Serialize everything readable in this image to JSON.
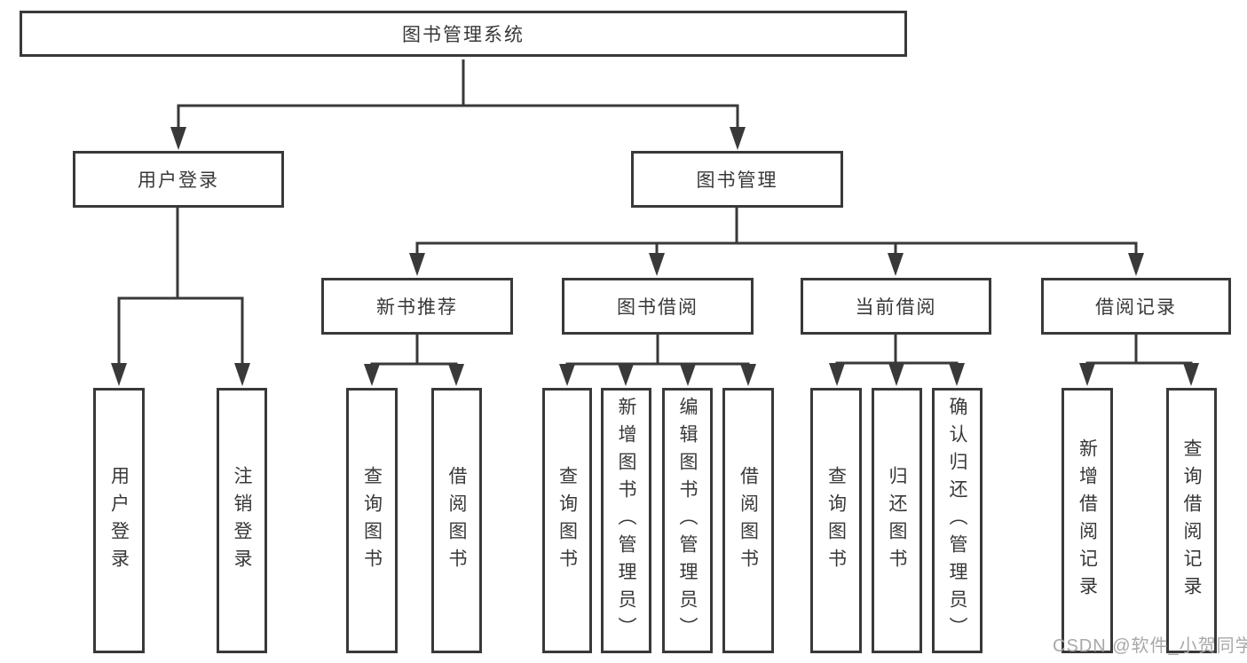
{
  "tree": {
    "root": {
      "label": "图书管理系统"
    },
    "branches": [
      {
        "label": "用户登录",
        "children": [
          {
            "label": "用户登录"
          },
          {
            "label": "注销登录"
          }
        ]
      },
      {
        "label": "图书管理",
        "children": [
          {
            "label": "新书推荐",
            "children": [
              {
                "label": "查询图书"
              },
              {
                "label": "借阅图书"
              }
            ]
          },
          {
            "label": "图书借阅",
            "children": [
              {
                "label": "查询图书"
              },
              {
                "label": "新增图书（管理员）"
              },
              {
                "label": "编辑图书（管理员）"
              },
              {
                "label": "借阅图书"
              }
            ]
          },
          {
            "label": "当前借阅",
            "children": [
              {
                "label": "查询图书"
              },
              {
                "label": "归还图书"
              },
              {
                "label": "确认归还（管理员）"
              }
            ]
          },
          {
            "label": "借阅记录",
            "children": [
              {
                "label": "新增借阅记录"
              },
              {
                "label": "查询借阅记录"
              }
            ]
          }
        ]
      }
    ]
  },
  "watermark": {
    "text": "CSDN @软件_小贺同学"
  },
  "colors": {
    "line": "#393939",
    "text": "#383838",
    "watermark": "#a8a8a8",
    "background": "#ffffff"
  }
}
